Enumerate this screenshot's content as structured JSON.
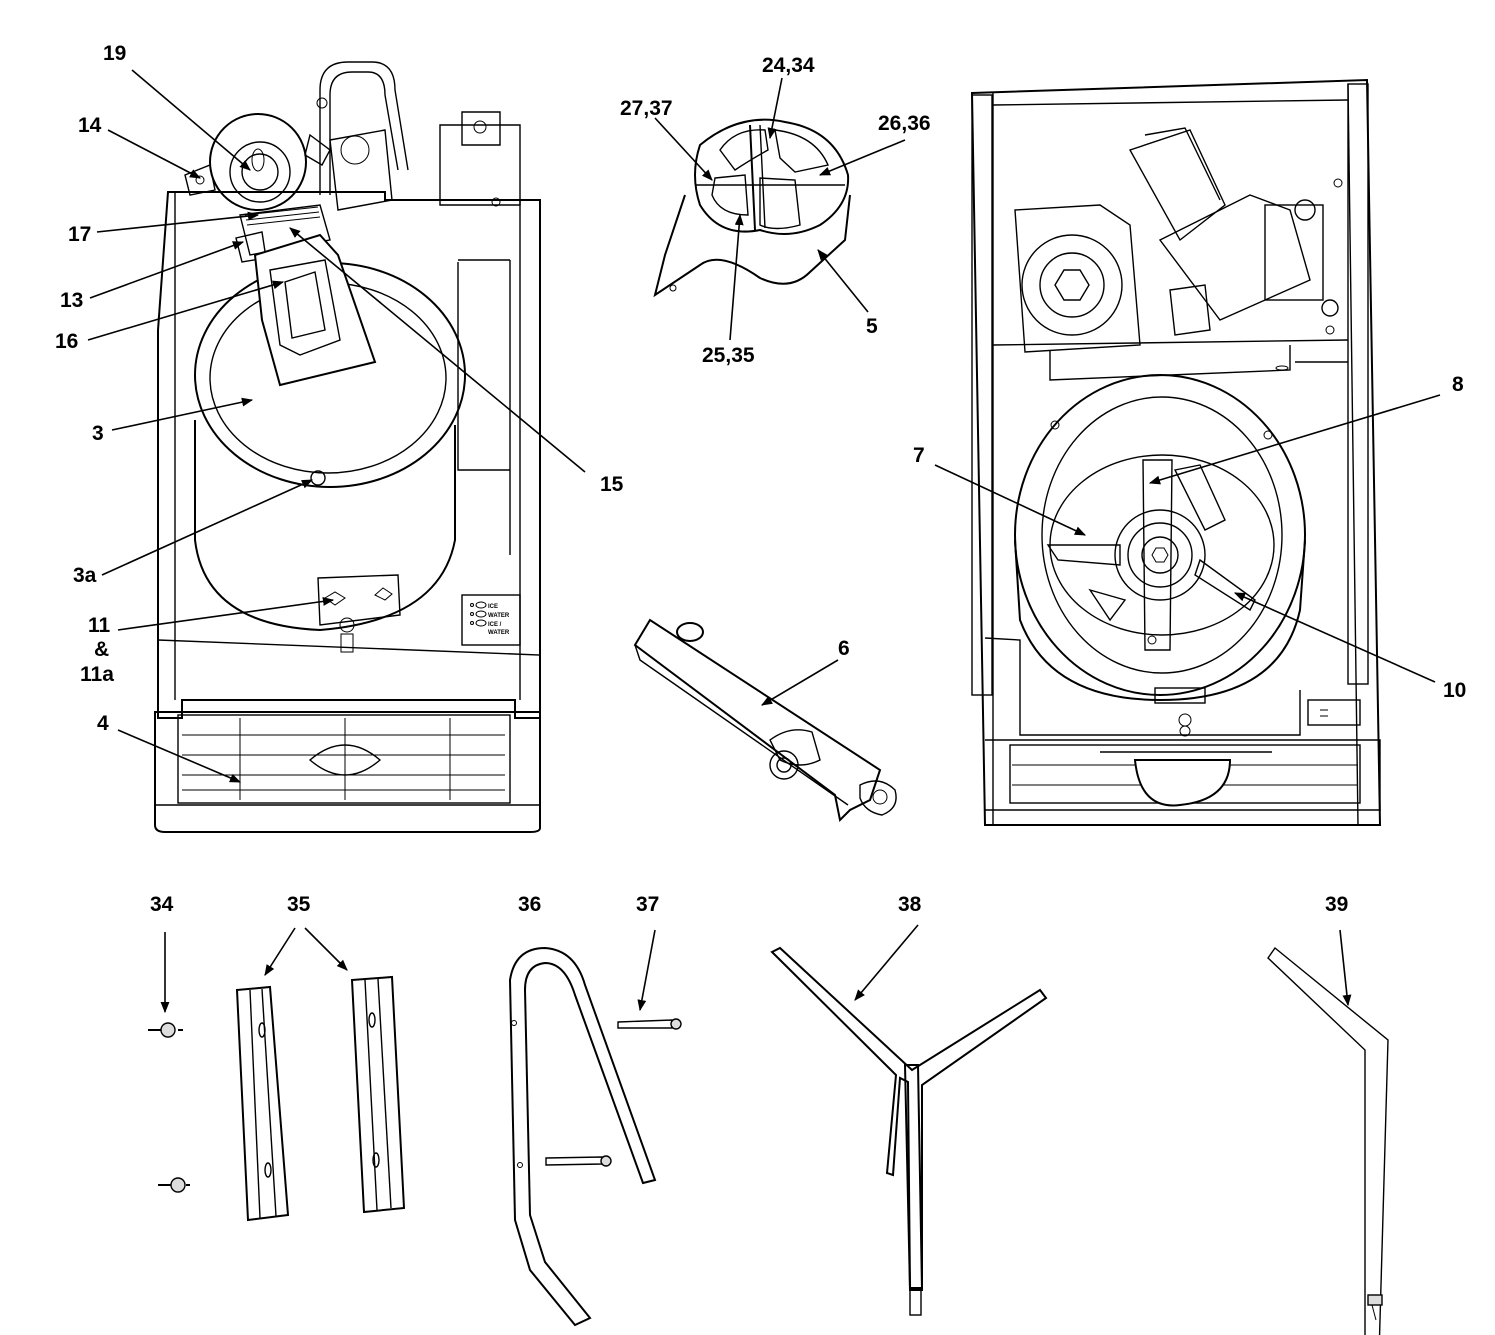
{
  "callouts": {
    "c19": "19",
    "c14": "14",
    "c17": "17",
    "c13": "13",
    "c16": "16",
    "c3": "3",
    "c3a": "3a",
    "c15": "15",
    "c11": "11",
    "camp": "&",
    "c11a": "11a",
    "c4": "4",
    "c2434": "24,34",
    "c2737": "27,37",
    "c2636": "26,36",
    "c5": "5",
    "c2535": "25,35",
    "c6": "6",
    "c8": "8",
    "c7": "7",
    "c10": "10",
    "c34": "34",
    "c35": "35",
    "c36": "36",
    "c37": "37",
    "c38": "38",
    "c39": "39"
  },
  "control_panel": {
    "ice": "ICE",
    "water": "WATER",
    "ice_water_1": "ICE /",
    "ice_water_2": "WATER"
  }
}
